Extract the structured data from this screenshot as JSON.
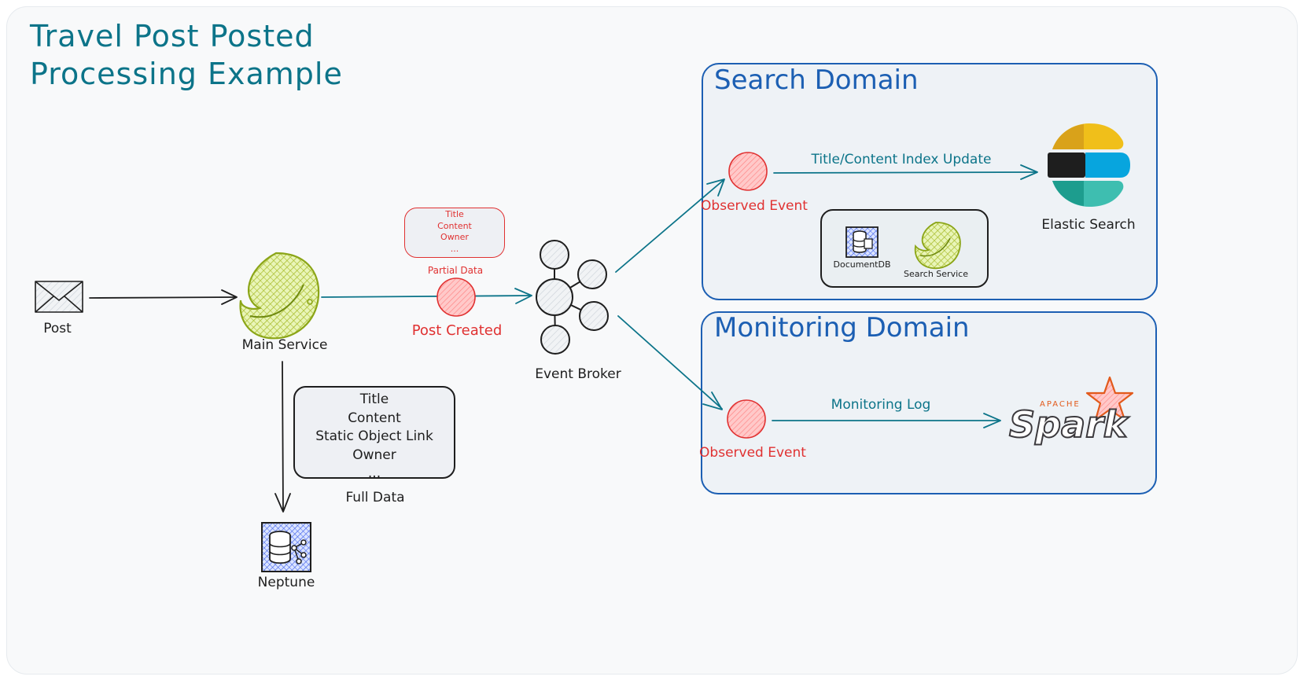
{
  "title": {
    "line1": "Travel Post Posted",
    "line2": "Processing Example"
  },
  "nodes": {
    "post": "Post",
    "main_service": "Main Service",
    "event_broker": "Event Broker",
    "neptune": "Neptune",
    "elastic_search": "Elastic Search",
    "documentdb": "DocumentDB",
    "search_service": "Search Service"
  },
  "events": {
    "post_created": "Post Created",
    "observed_event_search": "Observed Event",
    "observed_event_monitoring": "Observed Event"
  },
  "partial_data": {
    "label": "Partial Data",
    "fields": [
      "Title",
      "Content",
      "Owner",
      "..."
    ]
  },
  "full_data": {
    "label": "Full Data",
    "fields": [
      "Title",
      "Content",
      "Static Object Link",
      "Owner",
      "..."
    ]
  },
  "domains": {
    "search": {
      "title": "Search Domain",
      "edge_label": "Title/Content Index Update"
    },
    "monitoring": {
      "title": "Monitoring Domain",
      "edge_label": "Monitoring Log"
    }
  },
  "spark_logo": {
    "word": "Spark",
    "prefix": "APACHE"
  },
  "colors": {
    "title": "#0c7489",
    "domain": "#1c5fb3",
    "event": "#e03131",
    "arrow": "#0c7489",
    "elastic_yellow": "#f0bf1a",
    "elastic_teal": "#3ebeb0",
    "elastic_blue": "#07a5de",
    "spark_orange": "#e25a1c"
  }
}
